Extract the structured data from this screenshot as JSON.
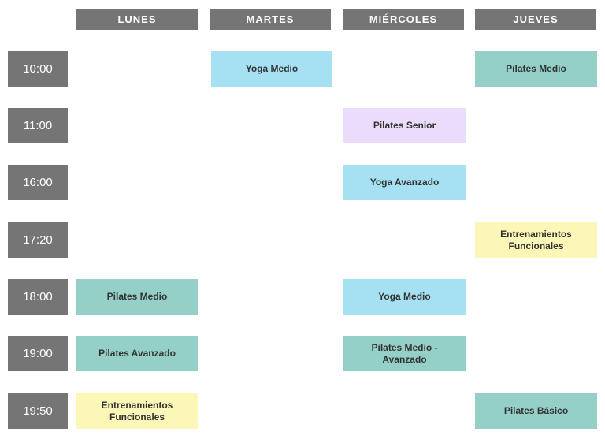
{
  "days": [
    {
      "label": "LUNES"
    },
    {
      "label": "MARTES"
    },
    {
      "label": "MIÉRCOLES"
    },
    {
      "label": "JUEVES"
    }
  ],
  "times": [
    {
      "label": "10:00"
    },
    {
      "label": "11:00"
    },
    {
      "label": "16:00"
    },
    {
      "label": "17:20"
    },
    {
      "label": "18:00"
    },
    {
      "label": "19:00"
    },
    {
      "label": "19:50"
    }
  ],
  "classes": [
    {
      "label": "Yoga Medio",
      "day": "MARTES",
      "time": "10:00",
      "color": "#a6e0f3"
    },
    {
      "label": "Pilates Medio",
      "day": "JUEVES",
      "time": "10:00",
      "color": "#94cfc8"
    },
    {
      "label": "Pilates Senior",
      "day": "MIÉRCOLES",
      "time": "11:00",
      "color": "#ecdcfb"
    },
    {
      "label": "Yoga Avanzado",
      "day": "MIÉRCOLES",
      "time": "16:00",
      "color": "#a6e0f3"
    },
    {
      "label": "Entrenamientos Funcionales",
      "day": "JUEVES",
      "time": "17:20",
      "color": "#fcf7b7"
    },
    {
      "label": "Pilates Medio",
      "day": "LUNES",
      "time": "18:00",
      "color": "#94cfc8"
    },
    {
      "label": "Yoga Medio",
      "day": "MIÉRCOLES",
      "time": "18:00",
      "color": "#a6e0f3"
    },
    {
      "label": "Pilates Avanzado",
      "day": "LUNES",
      "time": "19:00",
      "color": "#94cfc8"
    },
    {
      "label": "Pilates Medio - Avanzado",
      "day": "MIÉRCOLES",
      "time": "19:00",
      "color": "#94cfc8"
    },
    {
      "label": "Entrenamientos Funcionales",
      "day": "LUNES",
      "time": "19:50",
      "color": "#fcf7b7"
    },
    {
      "label": "Pilates Básico",
      "day": "JUEVES",
      "time": "19:50",
      "color": "#94cfc8"
    }
  ],
  "colors": {
    "header_bg": "#757575",
    "time_bg": "#757575",
    "teal": "#94cfc8",
    "blue": "#a6e0f3",
    "violet": "#ecdcfb",
    "yellow": "#fcf7b7"
  }
}
